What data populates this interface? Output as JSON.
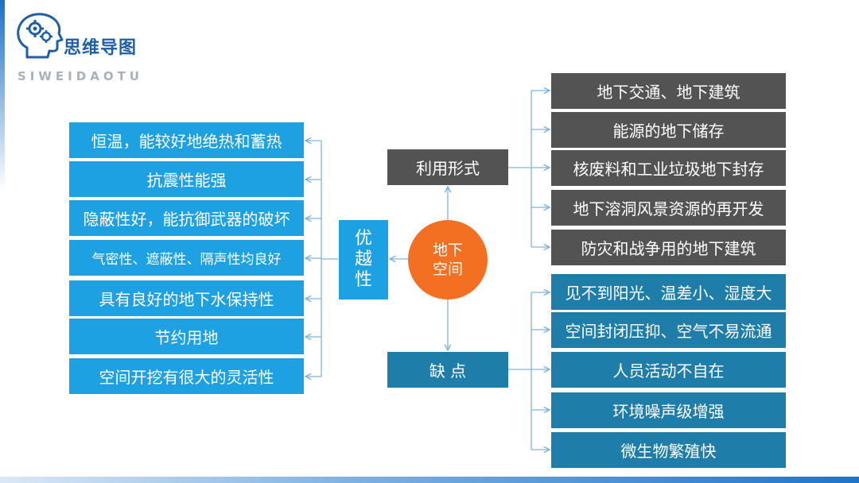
{
  "header": {
    "title": "思维导图",
    "subtitle": "SIWEIDAOTU"
  },
  "center": {
    "line1": "地下",
    "line2": "空间"
  },
  "advantages": {
    "label": [
      "优",
      "越",
      "性"
    ],
    "items": [
      "恒温，能较好地绝热和蓄热",
      "抗震性能强",
      "隐蔽性好，能抗御武器的破坏",
      "气密性、遮蔽性、隔声性均良好",
      "具有良好的地下水保持性",
      "节约用地",
      "空间开挖有很大的灵活性"
    ]
  },
  "use_forms": {
    "label": "利用形式",
    "items": [
      "地下交通、地下建筑",
      "能源的地下储存",
      "核废料和工业垃圾地下封存",
      "地下溶洞风景资源的再开发",
      "防灾和战争用的地下建筑"
    ]
  },
  "defects": {
    "label": "缺 点",
    "items": [
      "见不到阳光、温差小、湿度大",
      "空间封闭压抑、空气不易流通",
      "人员活动不自在",
      "环境噪声级增强",
      "微生物繁殖快"
    ]
  },
  "colors": {
    "advantage_box": "#1da1e2",
    "use_box": "#535353",
    "defect_box": "#1f7ea9",
    "center_circle": "#f36f21",
    "connector": "#7fb3df",
    "title": "#1f5fa8"
  }
}
